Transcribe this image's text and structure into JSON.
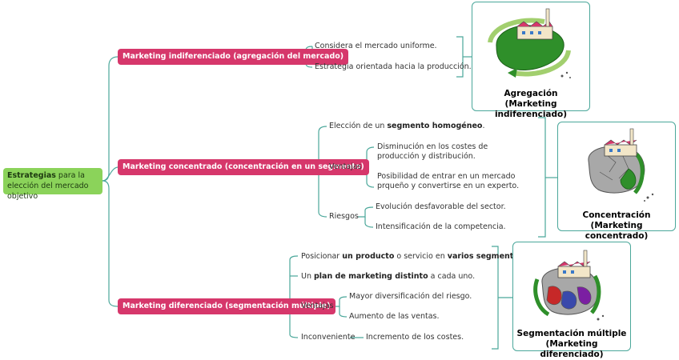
{
  "root": {
    "bold": "Estrategias",
    "rest": " para la elección del mercado objetivo"
  },
  "branches": [
    {
      "label": "Marketing indiferenciado (agregación del mercado)"
    },
    {
      "label": "Marketing concentrado (concentración en un segmento)"
    },
    {
      "label": "Marketing diferenciado (segmentación múltiple)"
    }
  ],
  "indiferenciado": {
    "items": [
      "Considera el mercado uniforme.",
      "Estrategia orientada hacia la producción."
    ]
  },
  "concentrado": {
    "eleccion": {
      "pre": "Elección de un ",
      "bold": "segmento homogéneo",
      "post": "."
    },
    "ventajas_label": "Ventajas",
    "ventajas": [
      "Disminución en los costes de producción y distribución.",
      "Posibilidad de entrar en un mercado prqueño y convertirse en un experto."
    ],
    "riesgos_label": "Riesgos",
    "riesgos": [
      "Evolución desfavorable del sector.",
      "Intensificación de la competencia."
    ]
  },
  "diferenciado": {
    "posicionar": {
      "pre": "Posicionar ",
      "b1": "un producto",
      "mid": " o servicio en ",
      "b2": "varios segmentos",
      "post": "."
    },
    "plan": {
      "pre": "Un ",
      "bold": "plan de marketing distinto",
      "post": " a cada uno."
    },
    "ventajas_label": "Ventajas",
    "ventajas": [
      "Mayor diversificación del riesgo.",
      "Aumento de las ventas."
    ],
    "inconveniente_label": "Inconveniente",
    "inconveniente": "Incremento de los costes."
  },
  "cards": [
    {
      "line1": "Agregación",
      "line2": "(Marketing indiferenciado)"
    },
    {
      "line1": "Concentración",
      "line2": "(Marketing concentrado)"
    },
    {
      "line1": "Segmentación múltiple",
      "line2": "(Marketing diferenciado)"
    }
  ],
  "colors": {
    "root_fill": "#8bd35a",
    "branch_fill": "#d6376b",
    "connector": "#4aa79a",
    "map_green": "#2f8f2a",
    "map_gray": "#a8a8a8"
  }
}
